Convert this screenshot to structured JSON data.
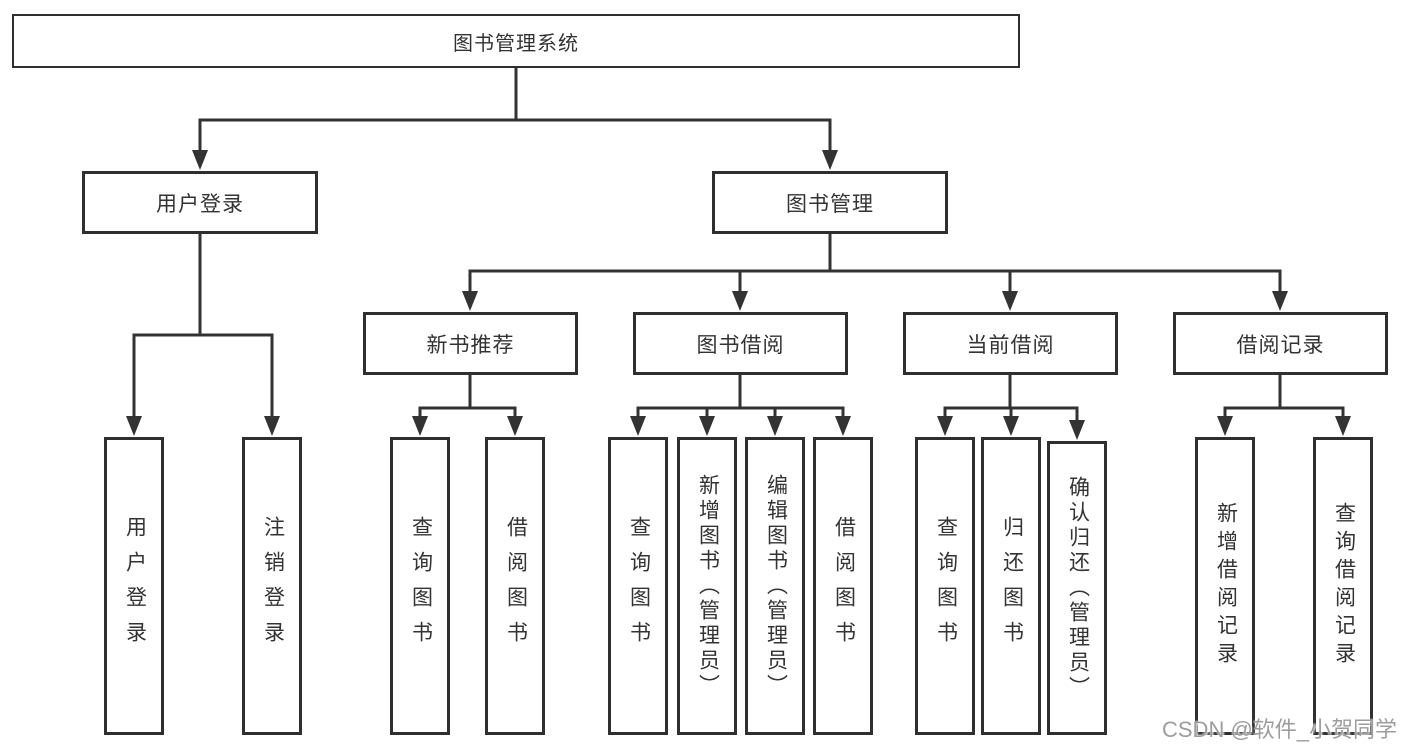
{
  "colors": {
    "background": "#ffffff",
    "line": "#333333",
    "box_border": "#2f2f2f",
    "text": "#333333",
    "watermark": "#9d9d9d"
  },
  "diagram": {
    "root": {
      "label": "图书管理系统"
    },
    "branches": [
      {
        "label": "用户登录",
        "children": [
          {
            "label": "用户登录"
          },
          {
            "label": "注销登录"
          }
        ]
      },
      {
        "label": "图书管理",
        "children": [
          {
            "label": "新书推荐",
            "children": [
              {
                "label": "查询图书"
              },
              {
                "label": "借阅图书"
              }
            ]
          },
          {
            "label": "图书借阅",
            "children": [
              {
                "label": "查询图书"
              },
              {
                "label": "新增图书（管理员）"
              },
              {
                "label": "编辑图书（管理员）"
              },
              {
                "label": "借阅图书"
              }
            ]
          },
          {
            "label": "当前借阅",
            "children": [
              {
                "label": "查询图书"
              },
              {
                "label": "归还图书"
              },
              {
                "label": "确认归还（管理员）"
              }
            ]
          },
          {
            "label": "借阅记录",
            "children": [
              {
                "label": "新增借阅记录"
              },
              {
                "label": "查询借阅记录"
              }
            ]
          }
        ]
      }
    ]
  },
  "watermark": {
    "text": "CSDN @软件_小贺同学"
  }
}
